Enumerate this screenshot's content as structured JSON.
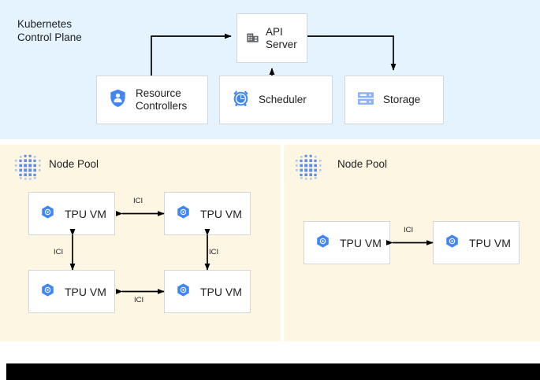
{
  "control_plane": {
    "title": "Kubernetes\nControl Plane",
    "background_color": "#e4f3fd",
    "boxes": [
      {
        "id": "api-server",
        "label": "API\nServer",
        "icon": "building-icon",
        "icon_color": "#5f6368"
      },
      {
        "id": "resource-controllers",
        "label": "Resource\nControllers",
        "icon": "shield-user-icon",
        "icon_color": "#4285f4"
      },
      {
        "id": "scheduler",
        "label": "Scheduler",
        "icon": "alarm-clock-icon",
        "icon_color": "#4285f4"
      },
      {
        "id": "storage",
        "label": "Storage",
        "icon": "server-rack-icon",
        "icon_color": "#669df6"
      }
    ],
    "connections": [
      {
        "from": "resource-controllers",
        "to": "api-server",
        "direction": "one-way"
      },
      {
        "from": "scheduler",
        "to": "api-server",
        "direction": "one-way"
      },
      {
        "from": "api-server",
        "to": "storage",
        "direction": "one-way"
      }
    ]
  },
  "node_pools": [
    {
      "id": "node-pool-1",
      "title": "Node Pool",
      "icon": "node-pool-dots-icon",
      "background_color": "#fdf6e3",
      "vms": [
        {
          "id": "tpu-vm-1",
          "label": "TPU VM",
          "icon": "tpu-hexagon-icon"
        },
        {
          "id": "tpu-vm-2",
          "label": "TPU VM",
          "icon": "tpu-hexagon-icon"
        },
        {
          "id": "tpu-vm-3",
          "label": "TPU VM",
          "icon": "tpu-hexagon-icon"
        },
        {
          "id": "tpu-vm-4",
          "label": "TPU VM",
          "icon": "tpu-hexagon-icon"
        }
      ],
      "links": [
        {
          "label": "ICI",
          "from": "tpu-vm-1",
          "to": "tpu-vm-2",
          "direction": "two-way"
        },
        {
          "label": "ICI",
          "from": "tpu-vm-2",
          "to": "tpu-vm-4",
          "direction": "two-way"
        },
        {
          "label": "ICI",
          "from": "tpu-vm-1",
          "to": "tpu-vm-3",
          "direction": "two-way"
        },
        {
          "label": "ICI",
          "from": "tpu-vm-3",
          "to": "tpu-vm-4",
          "direction": "two-way"
        }
      ]
    },
    {
      "id": "node-pool-2",
      "title": "Node Pool",
      "icon": "node-pool-dots-icon",
      "background_color": "#fdf6e3",
      "vms": [
        {
          "id": "tpu-vm-5",
          "label": "TPU VM",
          "icon": "tpu-hexagon-icon"
        },
        {
          "id": "tpu-vm-6",
          "label": "TPU VM",
          "icon": "tpu-hexagon-icon"
        }
      ],
      "links": [
        {
          "label": "ICI",
          "from": "tpu-vm-5",
          "to": "tpu-vm-6",
          "direction": "two-way"
        }
      ]
    }
  ],
  "footer": {
    "color": "#000000"
  },
  "colors": {
    "control_plane_bg": "#e4f3fd",
    "node_pool_bg": "#fdf6e3",
    "card_bg": "#ffffff",
    "card_border": "#d3d6da",
    "text": "#202124",
    "accent_blue": "#4285f4",
    "icon_gray": "#5f6368",
    "arrow": "#000000"
  }
}
